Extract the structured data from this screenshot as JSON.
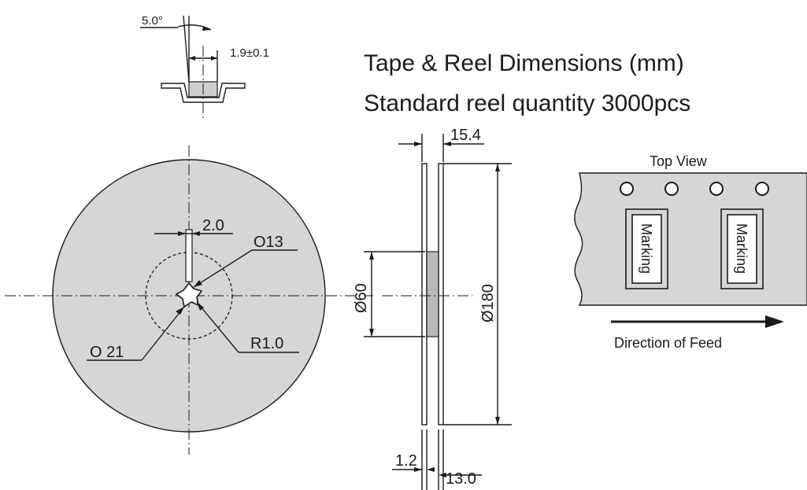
{
  "title_line_1": "Tape & Reel Dimensions (mm)",
  "title_line_2": "Standard reel quantity 3000pcs",
  "pocket_detail": {
    "angle_label": "5.0°",
    "width_label": "1.9±0.1"
  },
  "reel_front": {
    "slot_width_label": "2.0",
    "inner_diameter_label": "O13",
    "hub_diameter_label": "O 21",
    "radius_label": "R1.0"
  },
  "reel_side": {
    "overall_width_label": "15.4",
    "hub_diameter_label": "Ø60",
    "reel_diameter_label": "Ø180",
    "flange_thickness_label": "1.2",
    "inner_width_label": "13.0"
  },
  "tape_top_view": {
    "title": "Top View",
    "marking_labels": [
      "Marking",
      "Marking"
    ],
    "feed_label": "Direction of Feed"
  },
  "colors": {
    "reel_fill": "#d6d6d6",
    "line": "#1a1a1a"
  }
}
